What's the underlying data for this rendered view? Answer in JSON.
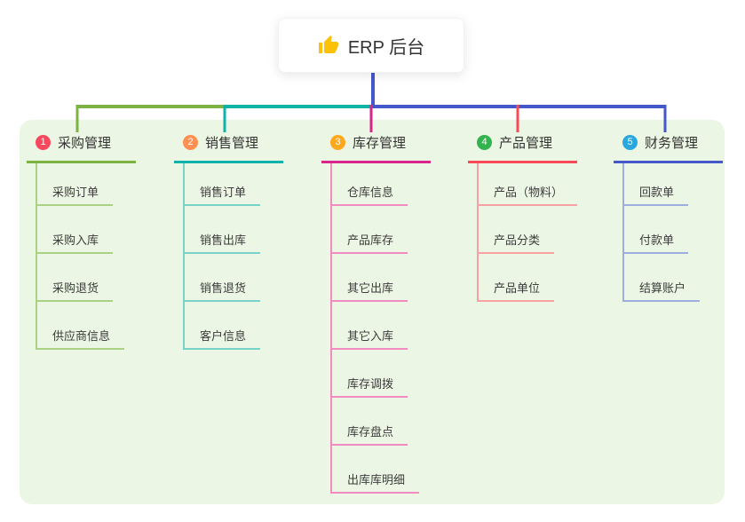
{
  "root": {
    "label": "ERP 后台",
    "icon": "thumbs-up-icon"
  },
  "branches": [
    {
      "number": "1",
      "label": "采购管理",
      "color": "#7cb342",
      "light_color": "#a9d283",
      "badge_color": "#f8485e",
      "children": [
        "采购订单",
        "采购入库",
        "采购退货",
        "供应商信息"
      ]
    },
    {
      "number": "2",
      "label": "销售管理",
      "color": "#0cb3a8",
      "light_color": "#79d2c8",
      "badge_color": "#ff9052",
      "children": [
        "销售订单",
        "销售出库",
        "销售退货",
        "客户信息"
      ]
    },
    {
      "number": "3",
      "label": "库存管理",
      "color": "#d9248a",
      "light_color": "#f08cc0",
      "badge_color": "#ffa81c",
      "children": [
        "仓库信息",
        "产品库存",
        "其它出库",
        "其它入库",
        "库存调拨",
        "库存盘点",
        "出库库明细"
      ]
    },
    {
      "number": "4",
      "label": "产品管理",
      "color": "#f84b57",
      "light_color": "#f9a0a4",
      "badge_color": "#33b34e",
      "children": [
        "产品（物料）",
        "产品分类",
        "产品单位"
      ]
    },
    {
      "number": "5",
      "label": "财务管理",
      "color": "#4558c9",
      "light_color": "#9dadde",
      "badge_color": "#2ba7e0",
      "children": [
        "回款单",
        "付款单",
        "结算账户"
      ]
    }
  ],
  "panel_color": "#ecf6e4",
  "thumb_icon_color": "#ffc107"
}
